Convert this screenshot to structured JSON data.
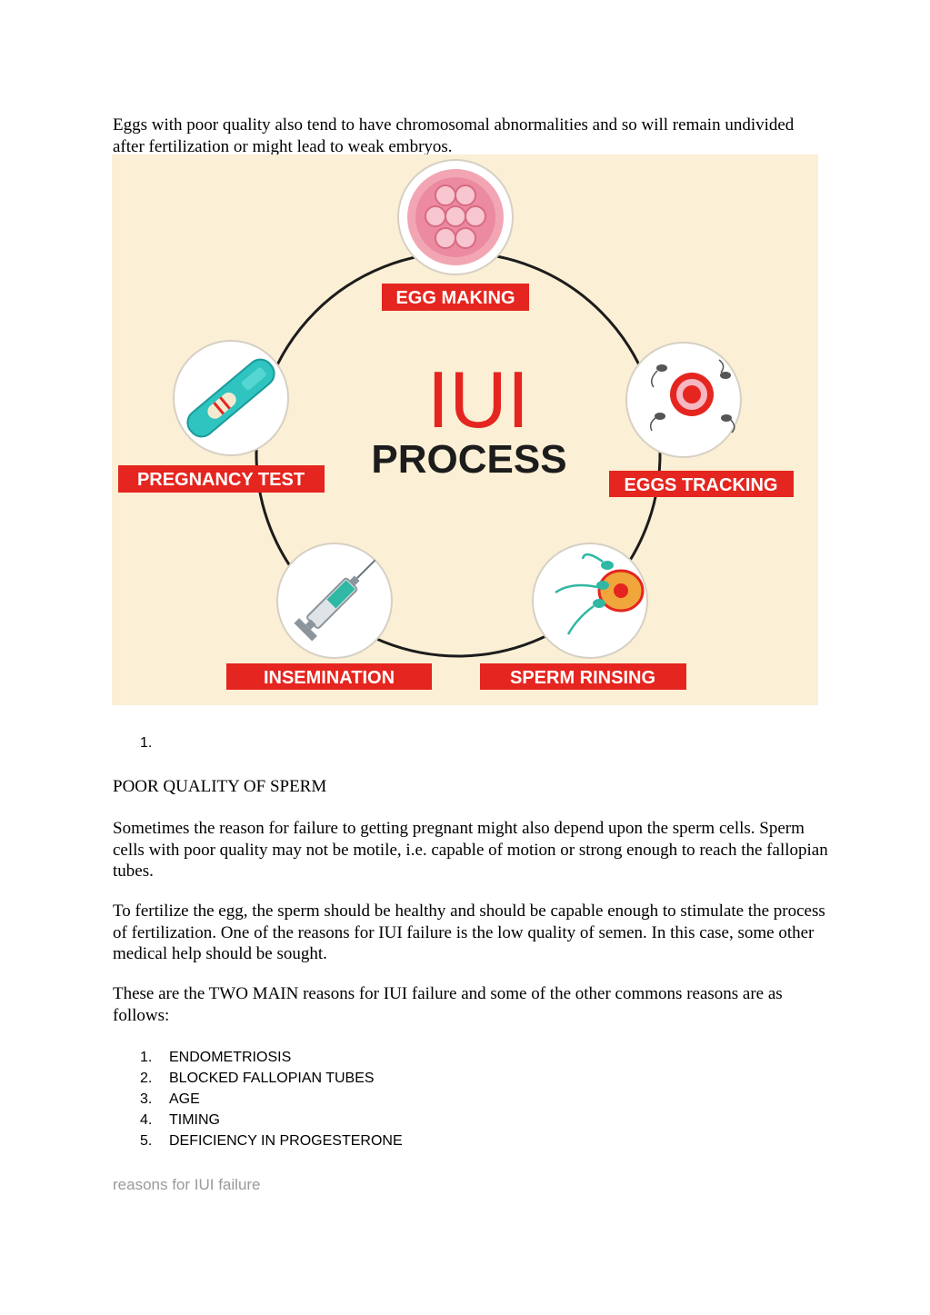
{
  "intro_paragraph": "Eggs with poor quality also tend to have chromosomal abnormalities and so will remain undivided after fertilization or might lead to weak embryos.",
  "infographic": {
    "title_line1": "IUI",
    "title_line2": "PROCESS",
    "steps": [
      {
        "label": "EGG MAKING",
        "icon": "egg-cells-icon"
      },
      {
        "label": "EGGS TRACKING",
        "icon": "egg-sperm-icon"
      },
      {
        "label": "SPERM RINSING",
        "icon": "sperm-fertilization-icon"
      },
      {
        "label": "INSEMINATION",
        "icon": "syringe-icon"
      },
      {
        "label": "PREGNANCY TEST",
        "icon": "pregnancy-test-icon"
      }
    ],
    "colors": {
      "background": "#fbefd5",
      "accent": "#e5251f",
      "title_dark": "#1c1c1c"
    }
  },
  "numbered_marker": "1.",
  "section_heading": "POOR QUALITY OF SPERM",
  "paragraphs": [
    "Sometimes the reason for failure to getting pregnant might also depend upon the sperm cells. Sperm cells with poor quality may not be motile, i.e. capable of motion or strong enough to reach the fallopian tubes.",
    "To fertilize the egg, the sperm should be healthy and should be capable enough to stimulate the process of fertilization. One of the reasons for IUI failure is the low quality of semen. In this case, some other medical help should be sought.",
    "These are the TWO MAIN reasons for IUI failure and some of the other commons reasons are as follows:"
  ],
  "reasons_list": [
    {
      "num": "1.",
      "text": "ENDOMETRIOSIS"
    },
    {
      "num": "2.",
      "text": "BLOCKED FALLOPIAN TUBES"
    },
    {
      "num": "3.",
      "text": "AGE"
    },
    {
      "num": "4.",
      "text": "TIMING"
    },
    {
      "num": "5.",
      "text": "DEFICIENCY IN PROGESTERONE"
    }
  ],
  "footer_link": "reasons for IUI failure"
}
